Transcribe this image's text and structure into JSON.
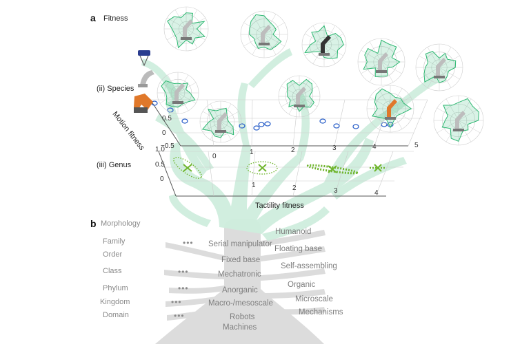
{
  "panel_a": {
    "letter": "a",
    "fitness_label": "Fitness",
    "species_label": "(ii) Species",
    "genus_label": "(iii) Genus",
    "motion_axis_label": "Motion fitness",
    "tactility_axis_label": "Tactility fitness",
    "upper_x_ticks": [
      "0",
      "1",
      "2",
      "3",
      "4",
      "5"
    ],
    "upper_y_ticks": [
      "0.5",
      "0",
      "−0.5"
    ],
    "lower_x_ticks": [
      "1",
      "2",
      "3",
      "4"
    ],
    "lower_y_ticks": [
      "1.0",
      "0.5",
      "0"
    ],
    "colors": {
      "tree": "#cfeede",
      "radar": "#2eb872",
      "species_marker": "#2a5fc9",
      "genus_marker": "#6fb52c",
      "grid": "#cccccc"
    }
  },
  "panel_b": {
    "letter": "b",
    "ranks": [
      "Morphology",
      "Family",
      "Order",
      "Class",
      "Phylum",
      "Kingdom",
      "Domain"
    ],
    "items": {
      "serial_manipulator": "Serial manipulator",
      "humanoid": "Humanoid",
      "fixed_base": "Fixed base",
      "floating_base": "Floating base",
      "self_assembling": "Self-assembling",
      "mechatronic": "Mechatronic",
      "organic": "Organic",
      "anorganic": "Anorganic",
      "microscale": "Microscale",
      "macro_mesoscale": "Macro-/mesoscale",
      "mechanisms": "Mechanisms",
      "robots": "Robots",
      "machines": "Machines"
    },
    "ellipsis": "•••",
    "colors": {
      "trunk": "#dcdcdc"
    }
  }
}
